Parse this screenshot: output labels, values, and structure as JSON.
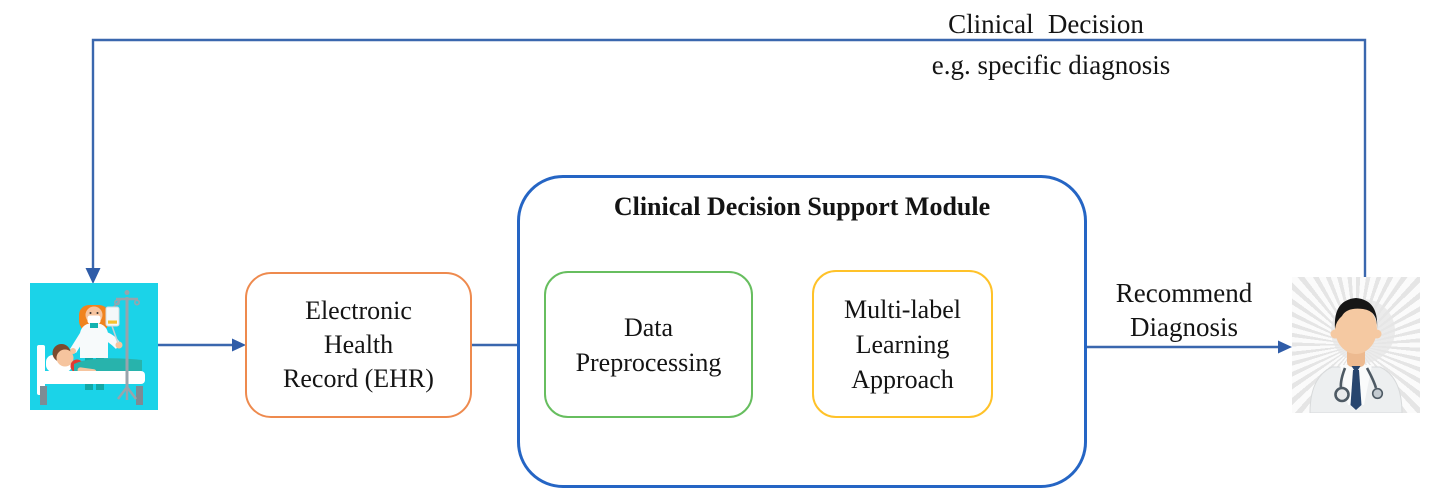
{
  "colors": {
    "line_blue": "#3A67AE",
    "arrow_blue": "#2F5CA8",
    "module_border": "#2565C4",
    "ehr_border": "#EE8A4E",
    "preprocessing_border": "#67BE5F",
    "multilabel_border": "#FFC229",
    "patient_bg": "#1BD3E8",
    "text": "#141414"
  },
  "feedback_label": {
    "line1": "Clinical Decision",
    "line2": "e.g. specific diagnosis"
  },
  "nodes": {
    "ehr": {
      "lines": [
        "Electronic",
        "Health",
        "Record (EHR)"
      ]
    },
    "module": {
      "title_lines": [
        "Clinical Decision Support",
        "Module"
      ]
    },
    "preprocessing": {
      "lines": [
        "Data",
        "Preprocessing"
      ]
    },
    "multilabel": {
      "lines": [
        "Multi-label",
        "Learning",
        "Approach"
      ]
    }
  },
  "edge_labels": {
    "recommend": {
      "line1": "Recommend",
      "line2": "Diagnosis"
    }
  },
  "illustrations": {
    "patient": "patient-in-hospital-bed",
    "doctor": "doctor-avatar"
  }
}
